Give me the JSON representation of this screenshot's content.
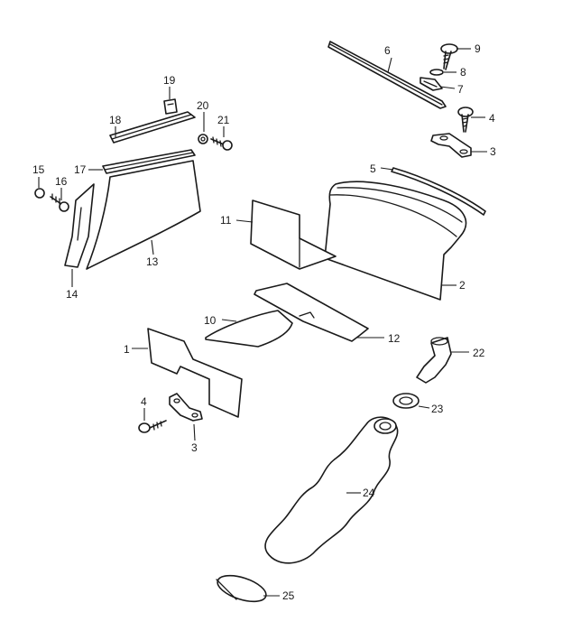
{
  "callouts": {
    "c1": "1",
    "c2": "2",
    "c3a": "3",
    "c3b": "3",
    "c4a": "4",
    "c4b": "4",
    "c5": "5",
    "c6": "6",
    "c7": "7",
    "c8": "8",
    "c9": "9",
    "c10": "10",
    "c11": "11",
    "c12": "12",
    "c13": "13",
    "c14": "14",
    "c15": "15",
    "c16": "16",
    "c17": "17",
    "c18": "18",
    "c19": "19",
    "c20": "20",
    "c21": "21",
    "c22": "22",
    "c23": "23",
    "c24": "24",
    "c25": "25"
  },
  "colors": {
    "line": "#1a1a1a",
    "background": "#ffffff"
  }
}
